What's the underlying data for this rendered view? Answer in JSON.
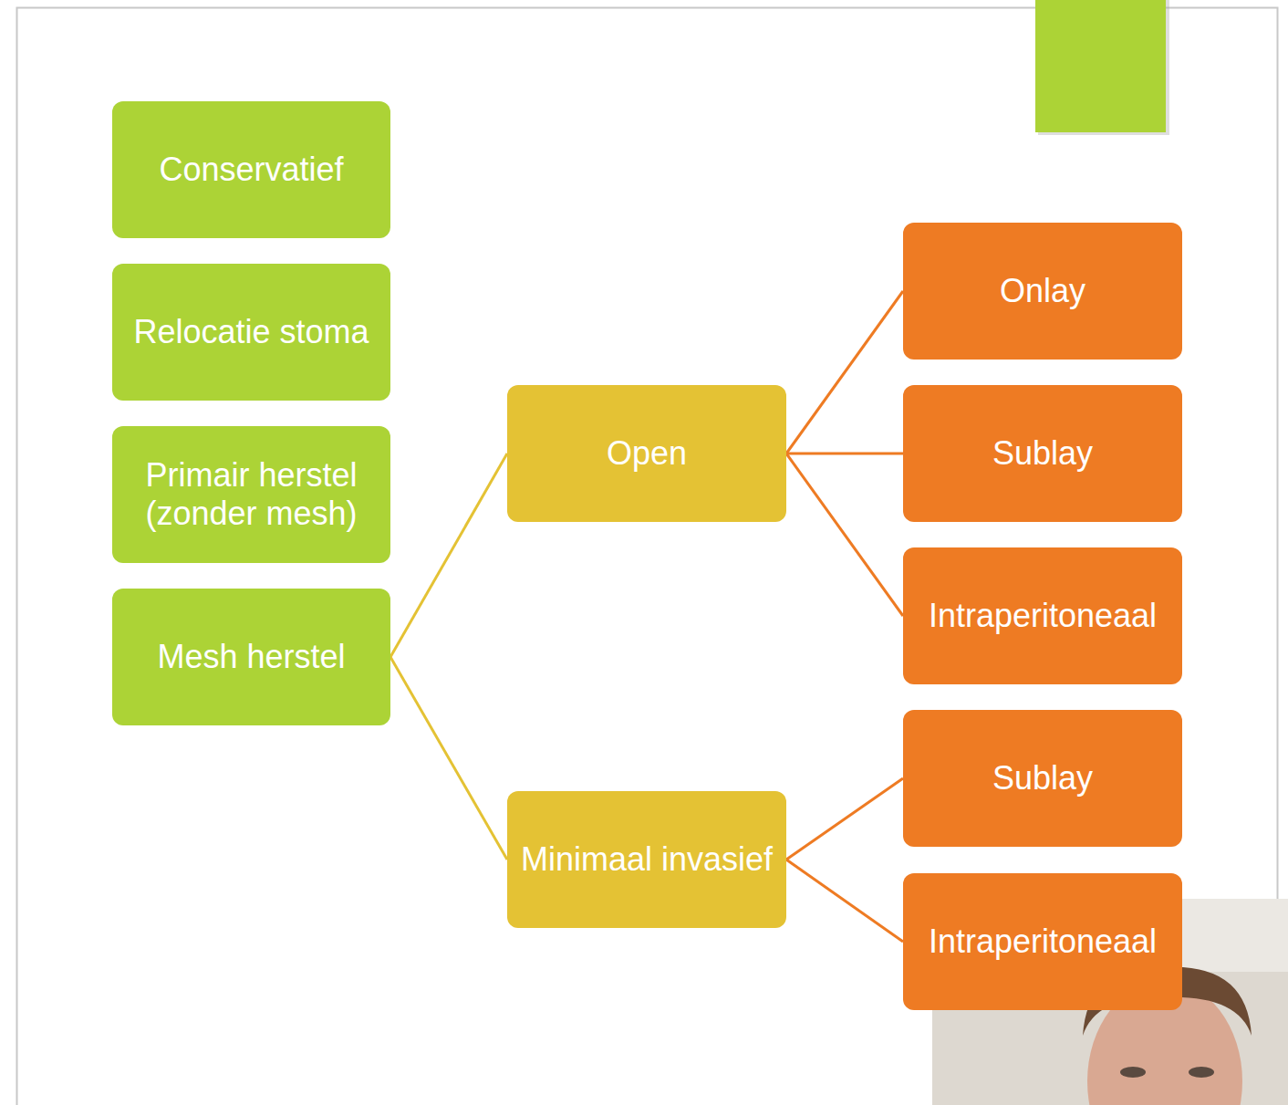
{
  "diagram": {
    "nodes": [
      {
        "text": [
          "Conservatief"
        ]
      },
      {
        "text": [
          "Relocatie stoma"
        ]
      },
      {
        "text": [
          "Primair herstel (zonder mesh)"
        ]
      },
      {
        "text": [
          "Mesh herstel"
        ]
      },
      {
        "text": [
          "Open"
        ]
      },
      {
        "text": [
          "Minimaal invasief"
        ]
      },
      {
        "text": [
          "Onlay"
        ]
      },
      {
        "text": [
          "Sublay"
        ]
      },
      {
        "text": [
          "Intraperitoneaal"
        ]
      },
      {
        "text": [
          "Sublay"
        ]
      },
      {
        "text": [
          "Intraperitoneaal"
        ]
      }
    ],
    "edges": [
      {
        "from": 3,
        "to": 4,
        "arrow": "none"
      },
      {
        "from": 3,
        "to": 5,
        "arrow": "none"
      },
      {
        "from": 4,
        "to": 6,
        "arrow": "none"
      },
      {
        "from": 4,
        "to": 7,
        "arrow": "none"
      },
      {
        "from": 4,
        "to": 8,
        "arrow": "none"
      },
      {
        "from": 5,
        "to": 9,
        "arrow": "none"
      },
      {
        "from": 5,
        "to": 10,
        "arrow": "none"
      }
    ]
  }
}
